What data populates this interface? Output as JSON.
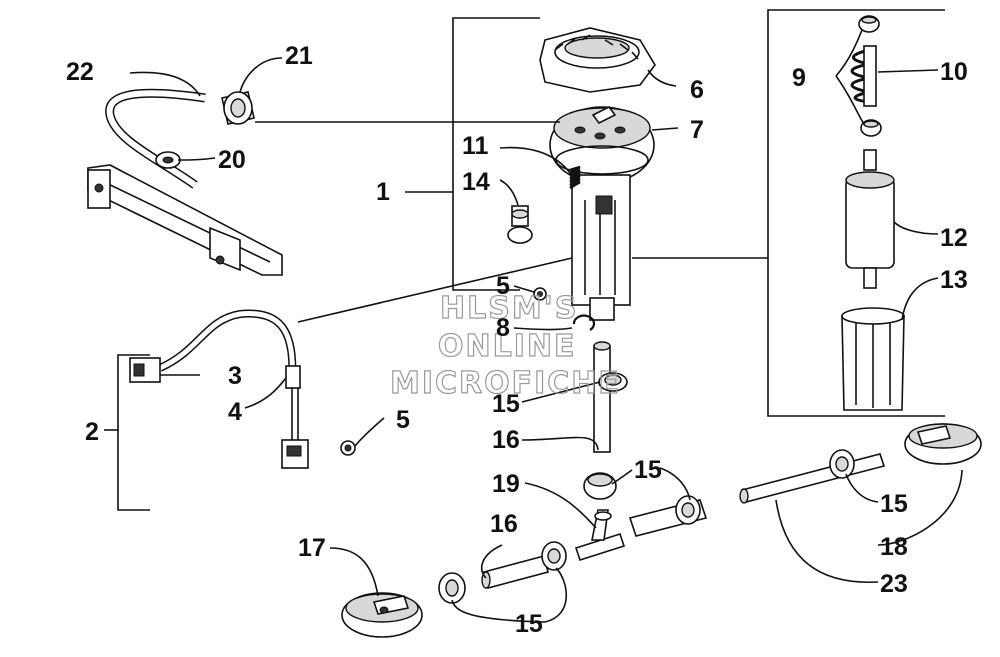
{
  "watermark": {
    "line1": "HLSM'S",
    "line2": "ONLINE",
    "line3": "MICROFICHE"
  },
  "callouts": {
    "c1": "1",
    "c2": "2",
    "c3": "3",
    "c4": "4",
    "c5a": "5",
    "c5b": "5",
    "c6": "6",
    "c7": "7",
    "c8": "8",
    "c9": "9",
    "c10": "10",
    "c11": "11",
    "c12": "12",
    "c13": "13",
    "c14": "14",
    "c15a": "15",
    "c15b": "15",
    "c15c": "15",
    "c15d": "15",
    "c16a": "16",
    "c16b": "16",
    "c17": "17",
    "c18": "18",
    "c19": "19",
    "c20": "20",
    "c21": "21",
    "c22": "22",
    "c23": "23"
  }
}
